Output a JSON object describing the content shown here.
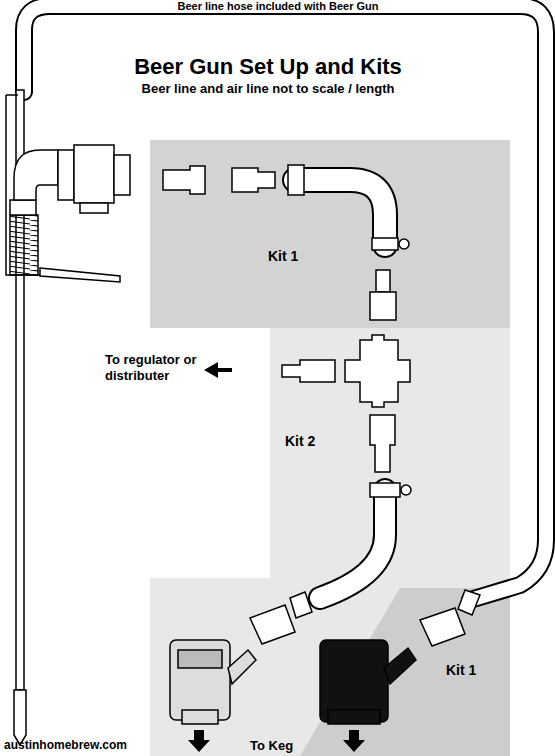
{
  "diagram": {
    "title": "Beer Gun Set Up and Kits",
    "nodes": [
      {
        "text": [
          "Kit 1"
        ]
      },
      {
        "text": [
          "Kit 2"
        ]
      },
      {
        "text": [
          "Kit 1"
        ]
      }
    ],
    "labels": [
      "Beer line hose included with Beer Gun",
      "Beer line and air line not to scale / length",
      "To regulator or distributer",
      "To Keg",
      "austinhomebrew.com"
    ]
  }
}
